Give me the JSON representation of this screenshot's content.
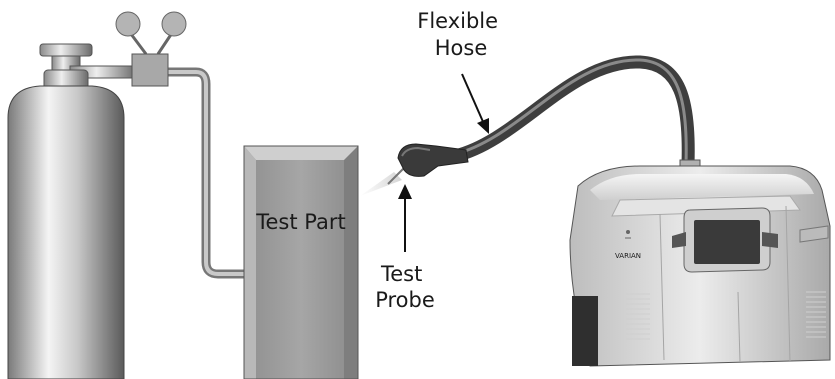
{
  "labels": {
    "hose_line1": "Flexible",
    "hose_line2": "Hose",
    "test_part": "Test Part",
    "probe_line1": "Test",
    "probe_line2": "Probe",
    "brand": "VARIAN"
  },
  "colors": {
    "background": "#ffffff",
    "cylinder_light": "#f2f2f2",
    "cylinder_dark": "#6e6e6e",
    "box_fill": "#9a9a9a",
    "hose": "#4a4a4a",
    "machine_body": "#d9d9d9",
    "screen": "#3a3a3a"
  },
  "icons": [
    "gas-cylinder-icon",
    "pressure-gauge-icon",
    "regulator-icon",
    "test-probe-icon",
    "leak-detector-icon"
  ]
}
